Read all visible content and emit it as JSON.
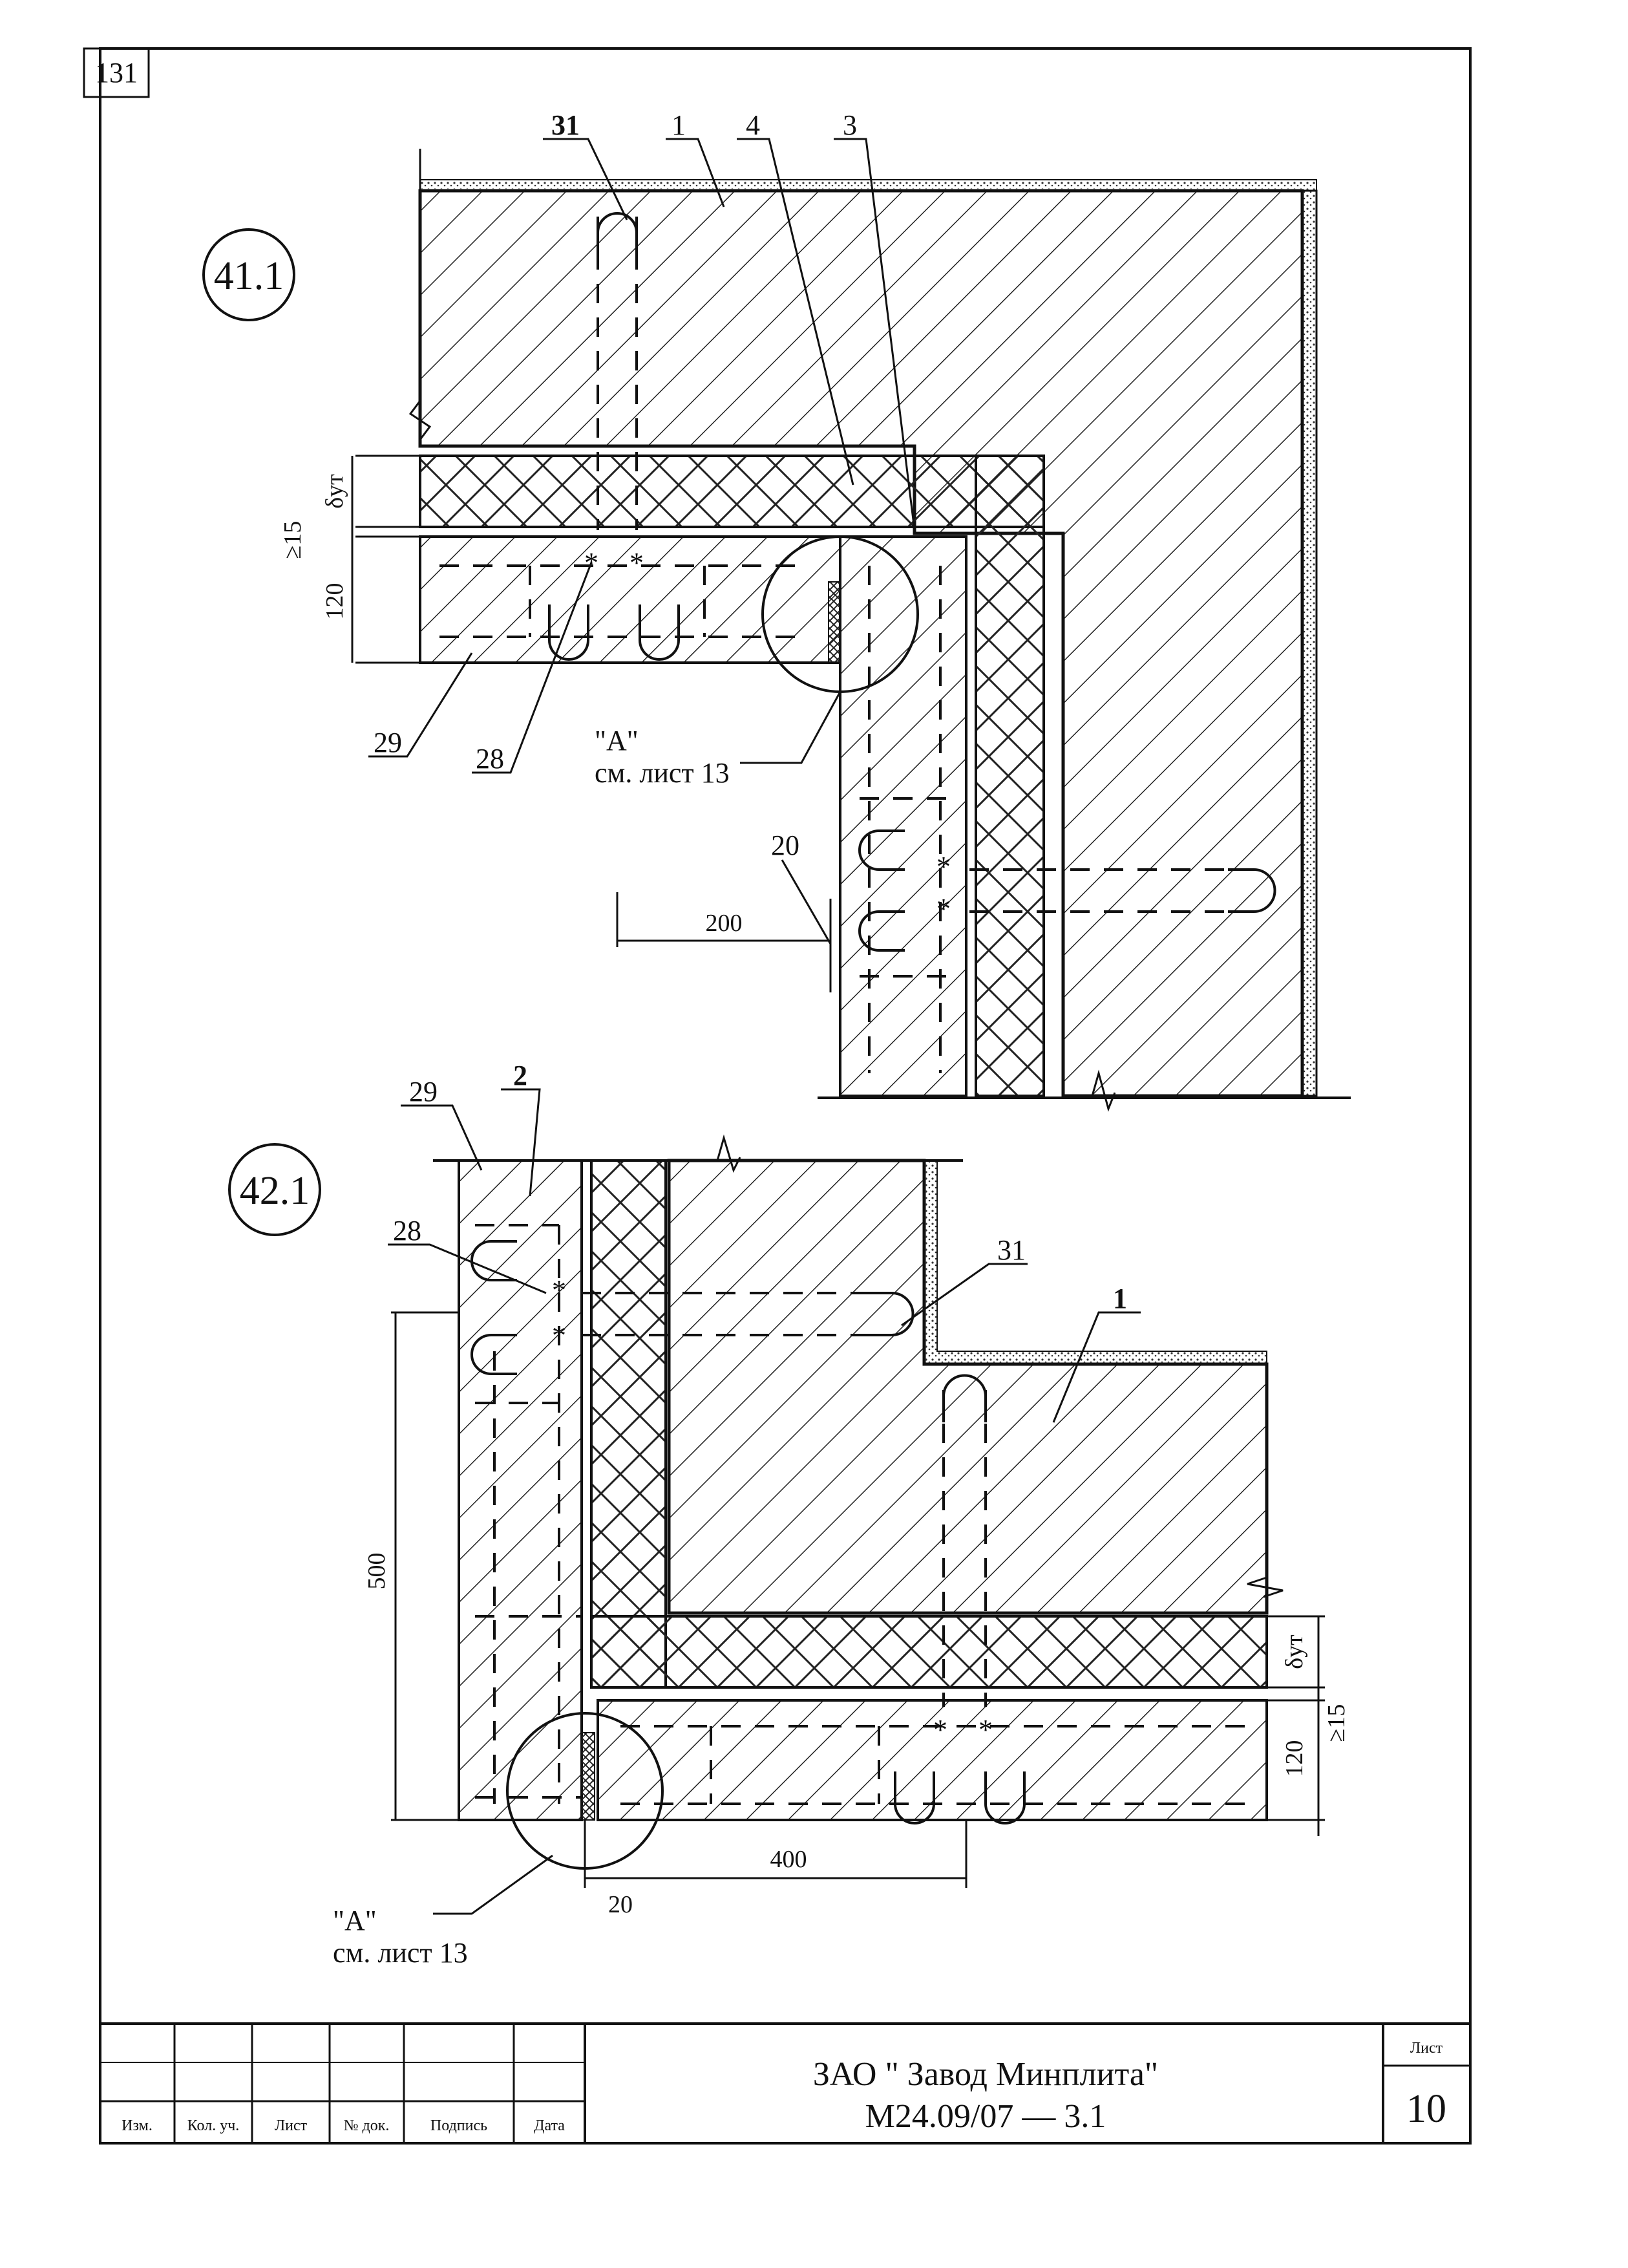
{
  "sheet": {
    "corner_number": "131",
    "sheet_label": "Лист",
    "sheet_number": "10"
  },
  "title_block": {
    "company": "ЗАО \" Завод Минплита\"",
    "code": "М24.09/07 — 3.1",
    "columns": [
      "Изм.",
      "Кол. уч.",
      "Лист",
      "№ док.",
      "Подпись",
      "Дата"
    ]
  },
  "detail_41": {
    "id": "41.1",
    "callouts": [
      "31",
      "1",
      "4",
      "3",
      "29",
      "28",
      "20",
      "200",
      "120",
      "≥15",
      "δут"
    ],
    "reference_title": "\"А\"",
    "reference_text": "см. лист 13"
  },
  "detail_42": {
    "id": "42.1",
    "callouts": [
      "29",
      "2",
      "28",
      "31",
      "1",
      "500",
      "400",
      "20",
      "120",
      "≥15",
      "δут"
    ],
    "reference_title": "\"А\"",
    "reference_text": "см. лист 13"
  }
}
